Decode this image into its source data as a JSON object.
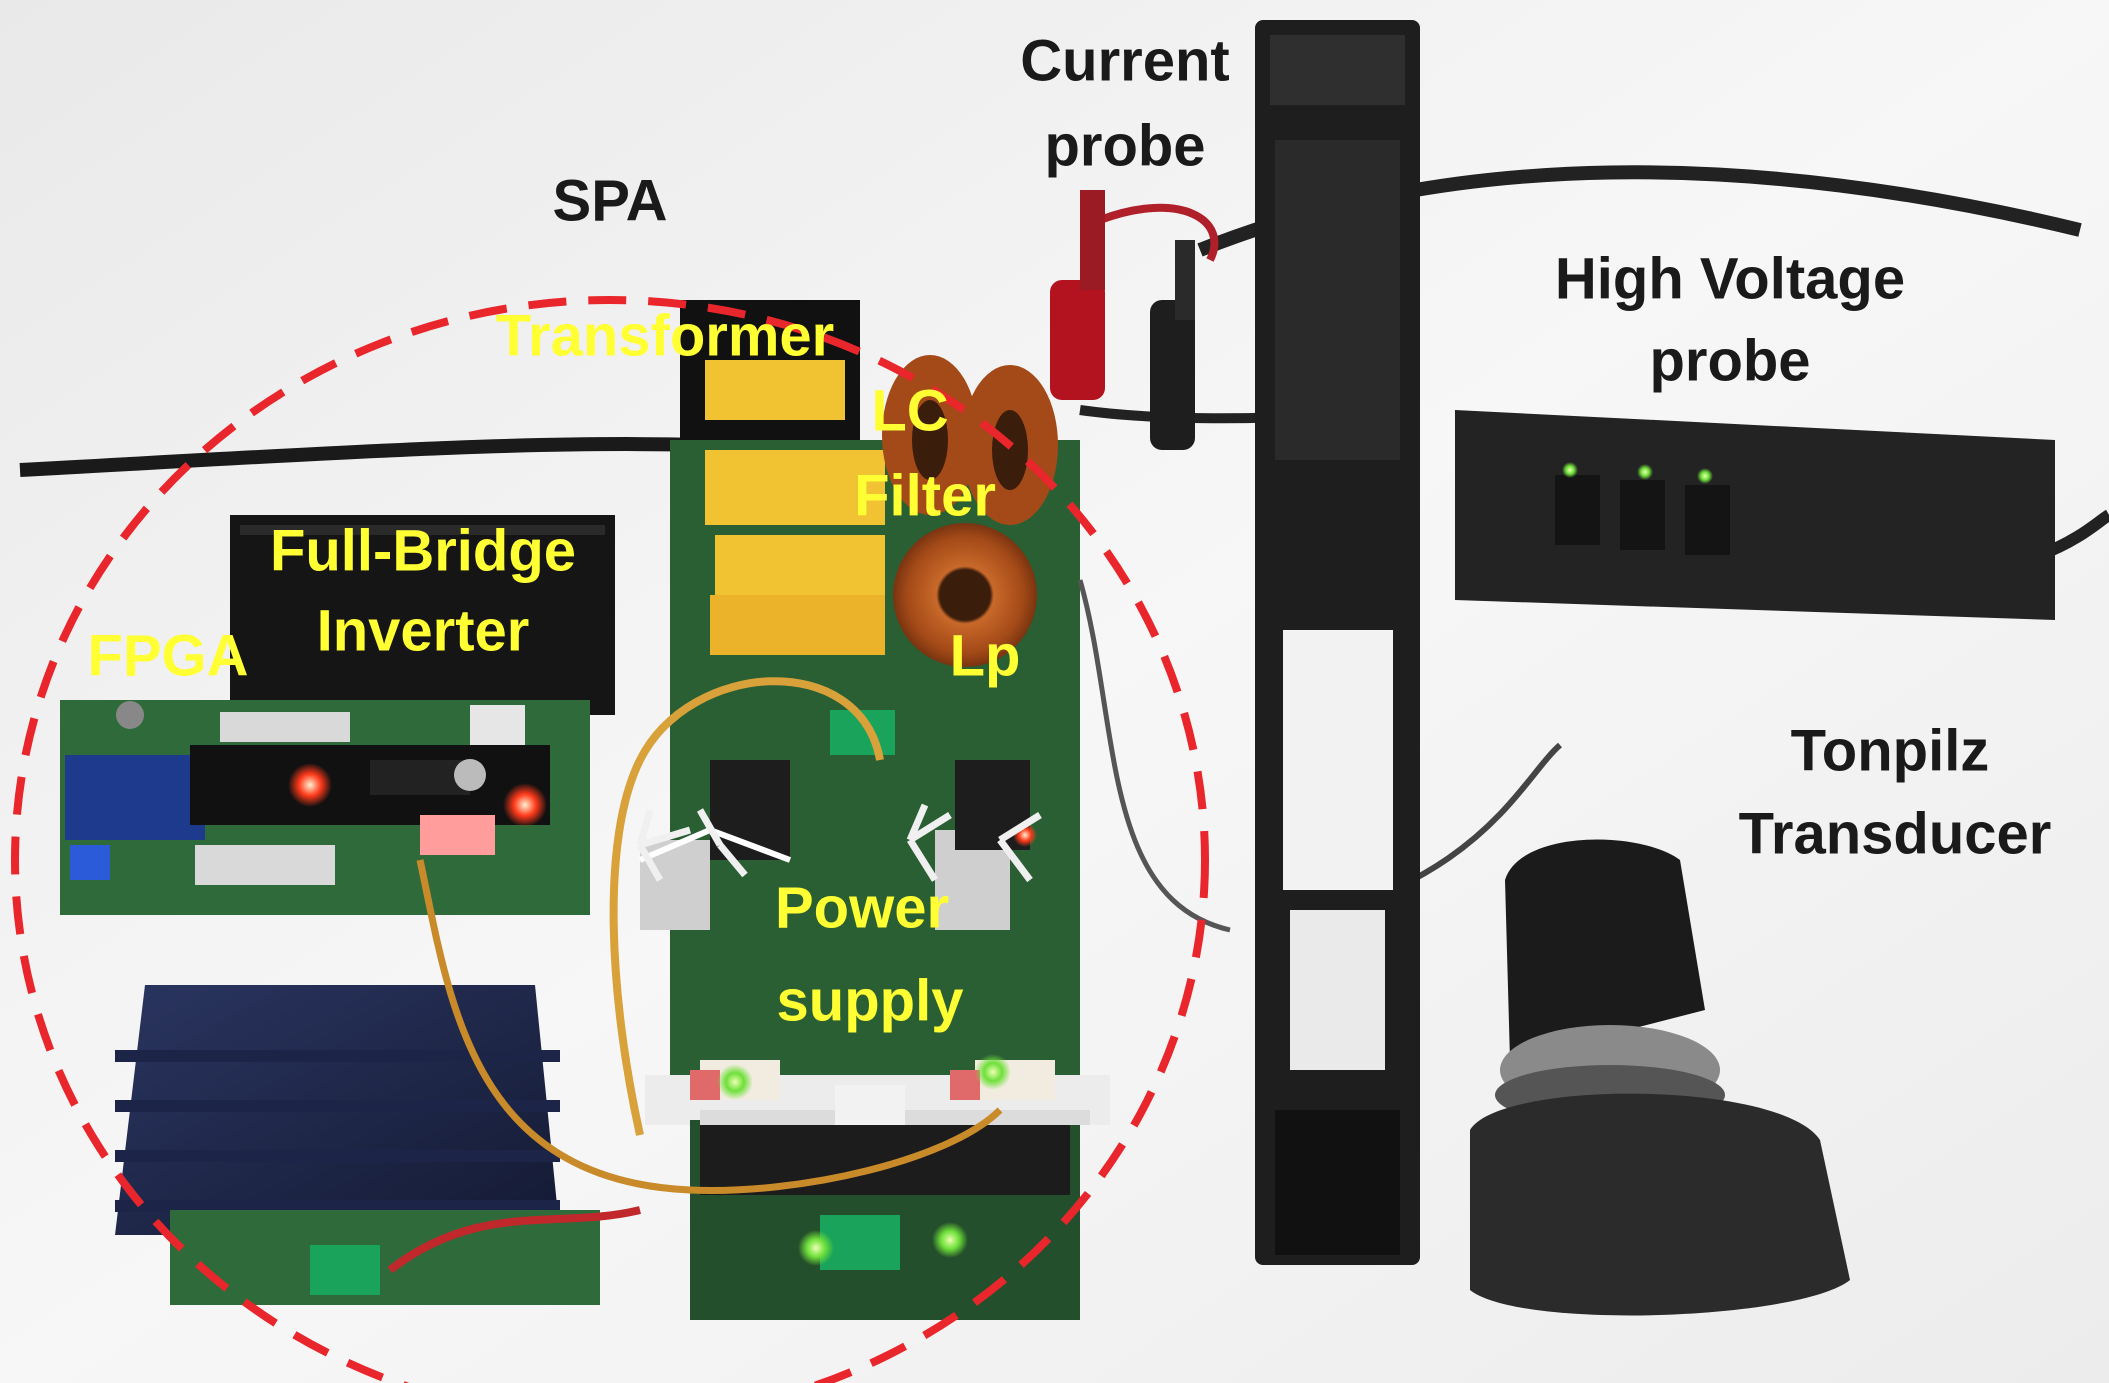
{
  "labels": {
    "current_probe_line1": "Current",
    "current_probe_line2": "probe",
    "spa": "SPA",
    "high_voltage_line1": "High Voltage",
    "high_voltage_line2": "probe",
    "transformer": "Transformer",
    "lc_line1": "LC",
    "lc_line2": "Filter",
    "full_bridge_line1": "Full-Bridge",
    "full_bridge_line2": "Inverter",
    "fpga": "FPGA",
    "lp": "Lp",
    "tonpilz_line1": "Tonpilz",
    "tonpilz_line2": "Transducer",
    "power_line1": "Power",
    "power_line2": "supply"
  },
  "colors": {
    "background": "#f4f4f4",
    "label_dark": "#1a1a1a",
    "label_yellow": "#ffff33",
    "spa_circle": "#e8262b",
    "pcb_green": "#2f6b3a",
    "probe_black": "#1e1e1e",
    "inductor_copper": "#b5561e",
    "capacitor_yellow": "#f1c232"
  }
}
